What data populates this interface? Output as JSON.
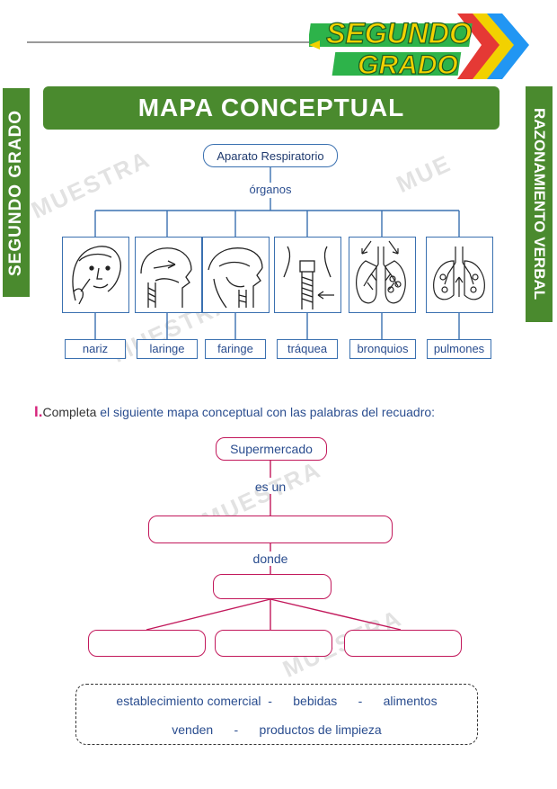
{
  "header": {
    "logo_line1": "SEGUNDO",
    "logo_line2": "GRADO",
    "banner_title": "MAPA CONCEPTUAL",
    "side_left": "SEGUNDO GRADO",
    "side_right": "RAZONAMIENTO VERBAL"
  },
  "example_map": {
    "root": "Aparato Respiratorio",
    "link": "órganos",
    "organs": [
      {
        "label": "nariz",
        "icon": "nose-face-icon"
      },
      {
        "label": "laringe",
        "icon": "larynx-icon"
      },
      {
        "label": "faringe",
        "icon": "pharynx-icon"
      },
      {
        "label": "tráquea",
        "icon": "trachea-icon"
      },
      {
        "label": "bronquios",
        "icon": "bronchi-icon"
      },
      {
        "label": "pulmones",
        "icon": "lungs-icon"
      }
    ]
  },
  "exercise": {
    "number": "I.",
    "instruction_first": "Completa",
    "instruction_rest": " el siguiente mapa conceptual con las palabras del recuadro:",
    "root": "Supermercado",
    "link1": "es un",
    "link2": "donde",
    "word_bank_line1": "establecimiento comercial  -      bebidas      -      alimentos",
    "word_bank_line2": "venden      -      productos de limpieza"
  },
  "watermark": "MUESTRA",
  "colors": {
    "green": "#4a8a2e",
    "blue_border": "#3a70b0",
    "pink_border": "#c2185b",
    "number_pink": "#d6247c",
    "text_blue": "#2a4d8f"
  }
}
